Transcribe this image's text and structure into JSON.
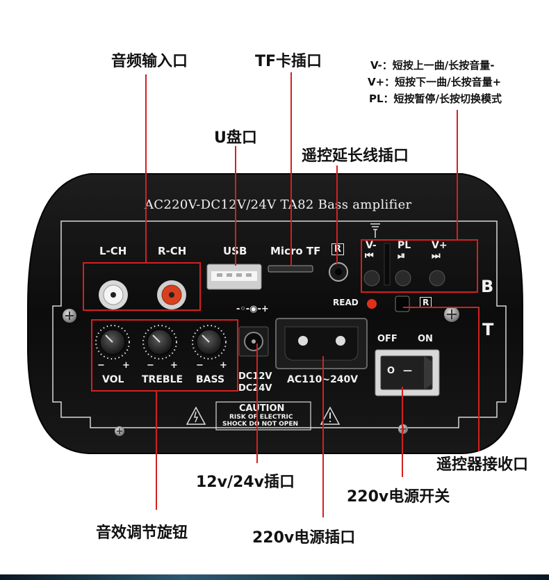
{
  "callouts": {
    "audio_input": "音频输入口",
    "tf_slot": "TF卡插口",
    "usb_port": "U盘口",
    "remote_ext": "遥控延长线插口",
    "button_help": [
      "V-：短按上一曲/长按音量-",
      "V+：短按下一曲/长按音量+",
      "PL：短按暂停/长按切换模式"
    ],
    "dc_jack": "12v/24v插口",
    "ac_socket": "220v电源插口",
    "power_switch": "220v电源开关",
    "ir_receiver": "遥控器接收口",
    "knobs": "音效调节旋钮"
  },
  "panel": {
    "title": "AC220V-DC12V/24V TA82 Bass amplifier",
    "lch": "L-CH",
    "rch": "R-CH",
    "usb": "USB",
    "microtf": "Micro TF",
    "r_mark": "R",
    "v_minus": "V-",
    "pl": "PL",
    "v_plus": "V+",
    "prev_glyph": "⏮",
    "play_glyph": "⏯",
    "next_glyph": "⏭",
    "read": "READ",
    "bt_b": "B",
    "bt_t": "T",
    "off": "OFF",
    "on": "ON",
    "vol": "VOL",
    "treble": "TREBLE",
    "bass": "BASS",
    "minus": "−",
    "plus": "+",
    "dc_polarity": "-◦-◉-+",
    "dc_label_1": "DC12V",
    "dc_label_2": "DC24V",
    "ac_label": "AC110~240V",
    "caution_title": "CAUTION",
    "caution_line1": "RISK OF ELECTRIC",
    "caution_line2": "SHOCK DO NOT OPEN",
    "switch_o": "O",
    "switch_i": "—"
  },
  "colors": {
    "panel": "#121212",
    "highlight": "#d42020",
    "text": "#111111"
  }
}
